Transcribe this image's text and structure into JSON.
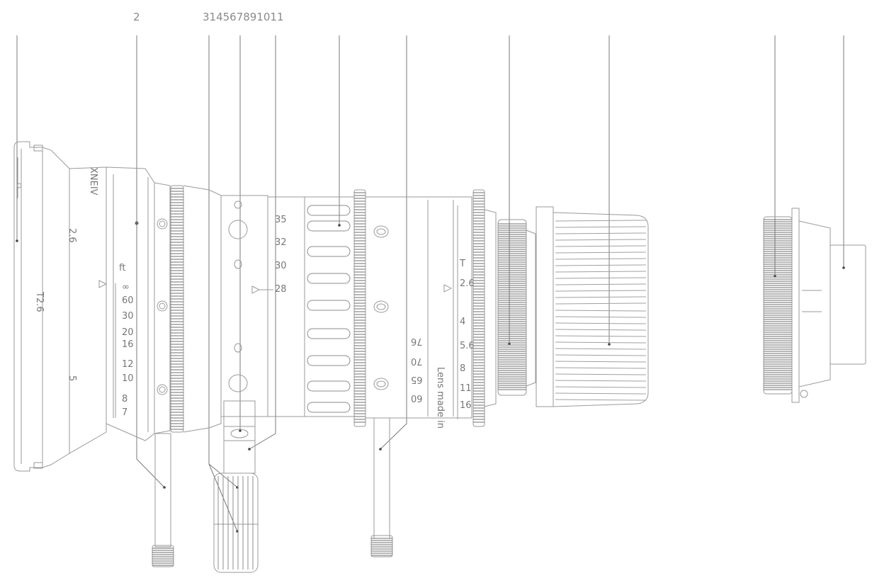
{
  "diagram": {
    "callouts_row_a": "2",
    "callouts_row_b": "314567891011",
    "brand_text": "XNEIV",
    "aperture_label": "T2.6",
    "focus_unit": "ft",
    "focus_marks": [
      "∞",
      "60",
      "30",
      "20",
      "16",
      "12",
      "10",
      "8",
      "7"
    ],
    "zoom_marks": [
      "35",
      "32",
      "30",
      "28"
    ],
    "zoom_marks_low": [
      "76",
      "70",
      "65",
      "60"
    ],
    "iris_title": "T",
    "iris_marks": [
      "2.6",
      "4",
      "5.6",
      "8",
      "11",
      "16"
    ],
    "made_in": "Lens made in",
    "small_marks": [
      "2.6",
      "5"
    ]
  },
  "colors": {
    "line": "#8c8c8c",
    "text": "#8a8a8a",
    "background": "#ffffff"
  }
}
